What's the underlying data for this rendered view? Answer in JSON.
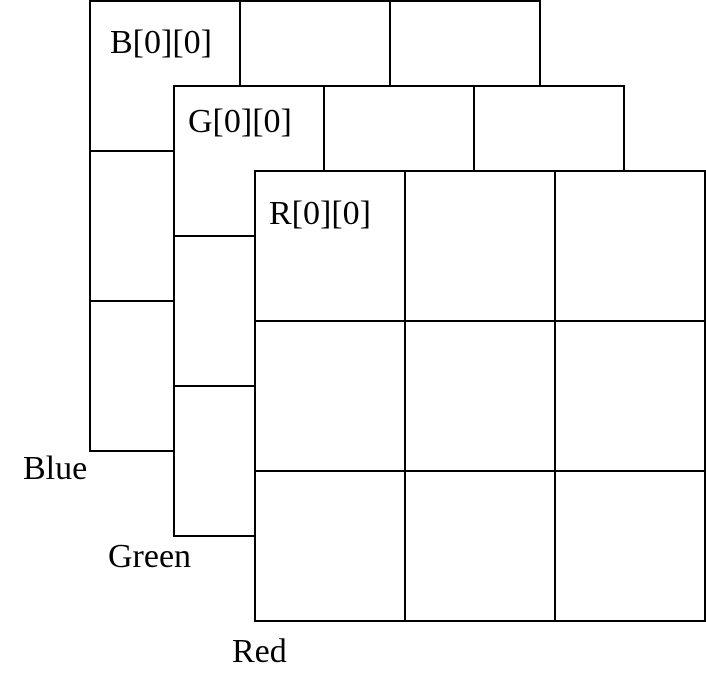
{
  "planes": [
    {
      "name": "Blue",
      "cell_label": "B[0][0]",
      "channel_label": "Blue"
    },
    {
      "name": "Green",
      "cell_label": "G[0][0]",
      "channel_label": "Green"
    },
    {
      "name": "Red",
      "cell_label": "R[0][0]",
      "channel_label": "Red"
    }
  ],
  "grid": {
    "rows": 3,
    "cols": 3
  },
  "colors": {
    "line": "#000000",
    "background": "#ffffff"
  }
}
